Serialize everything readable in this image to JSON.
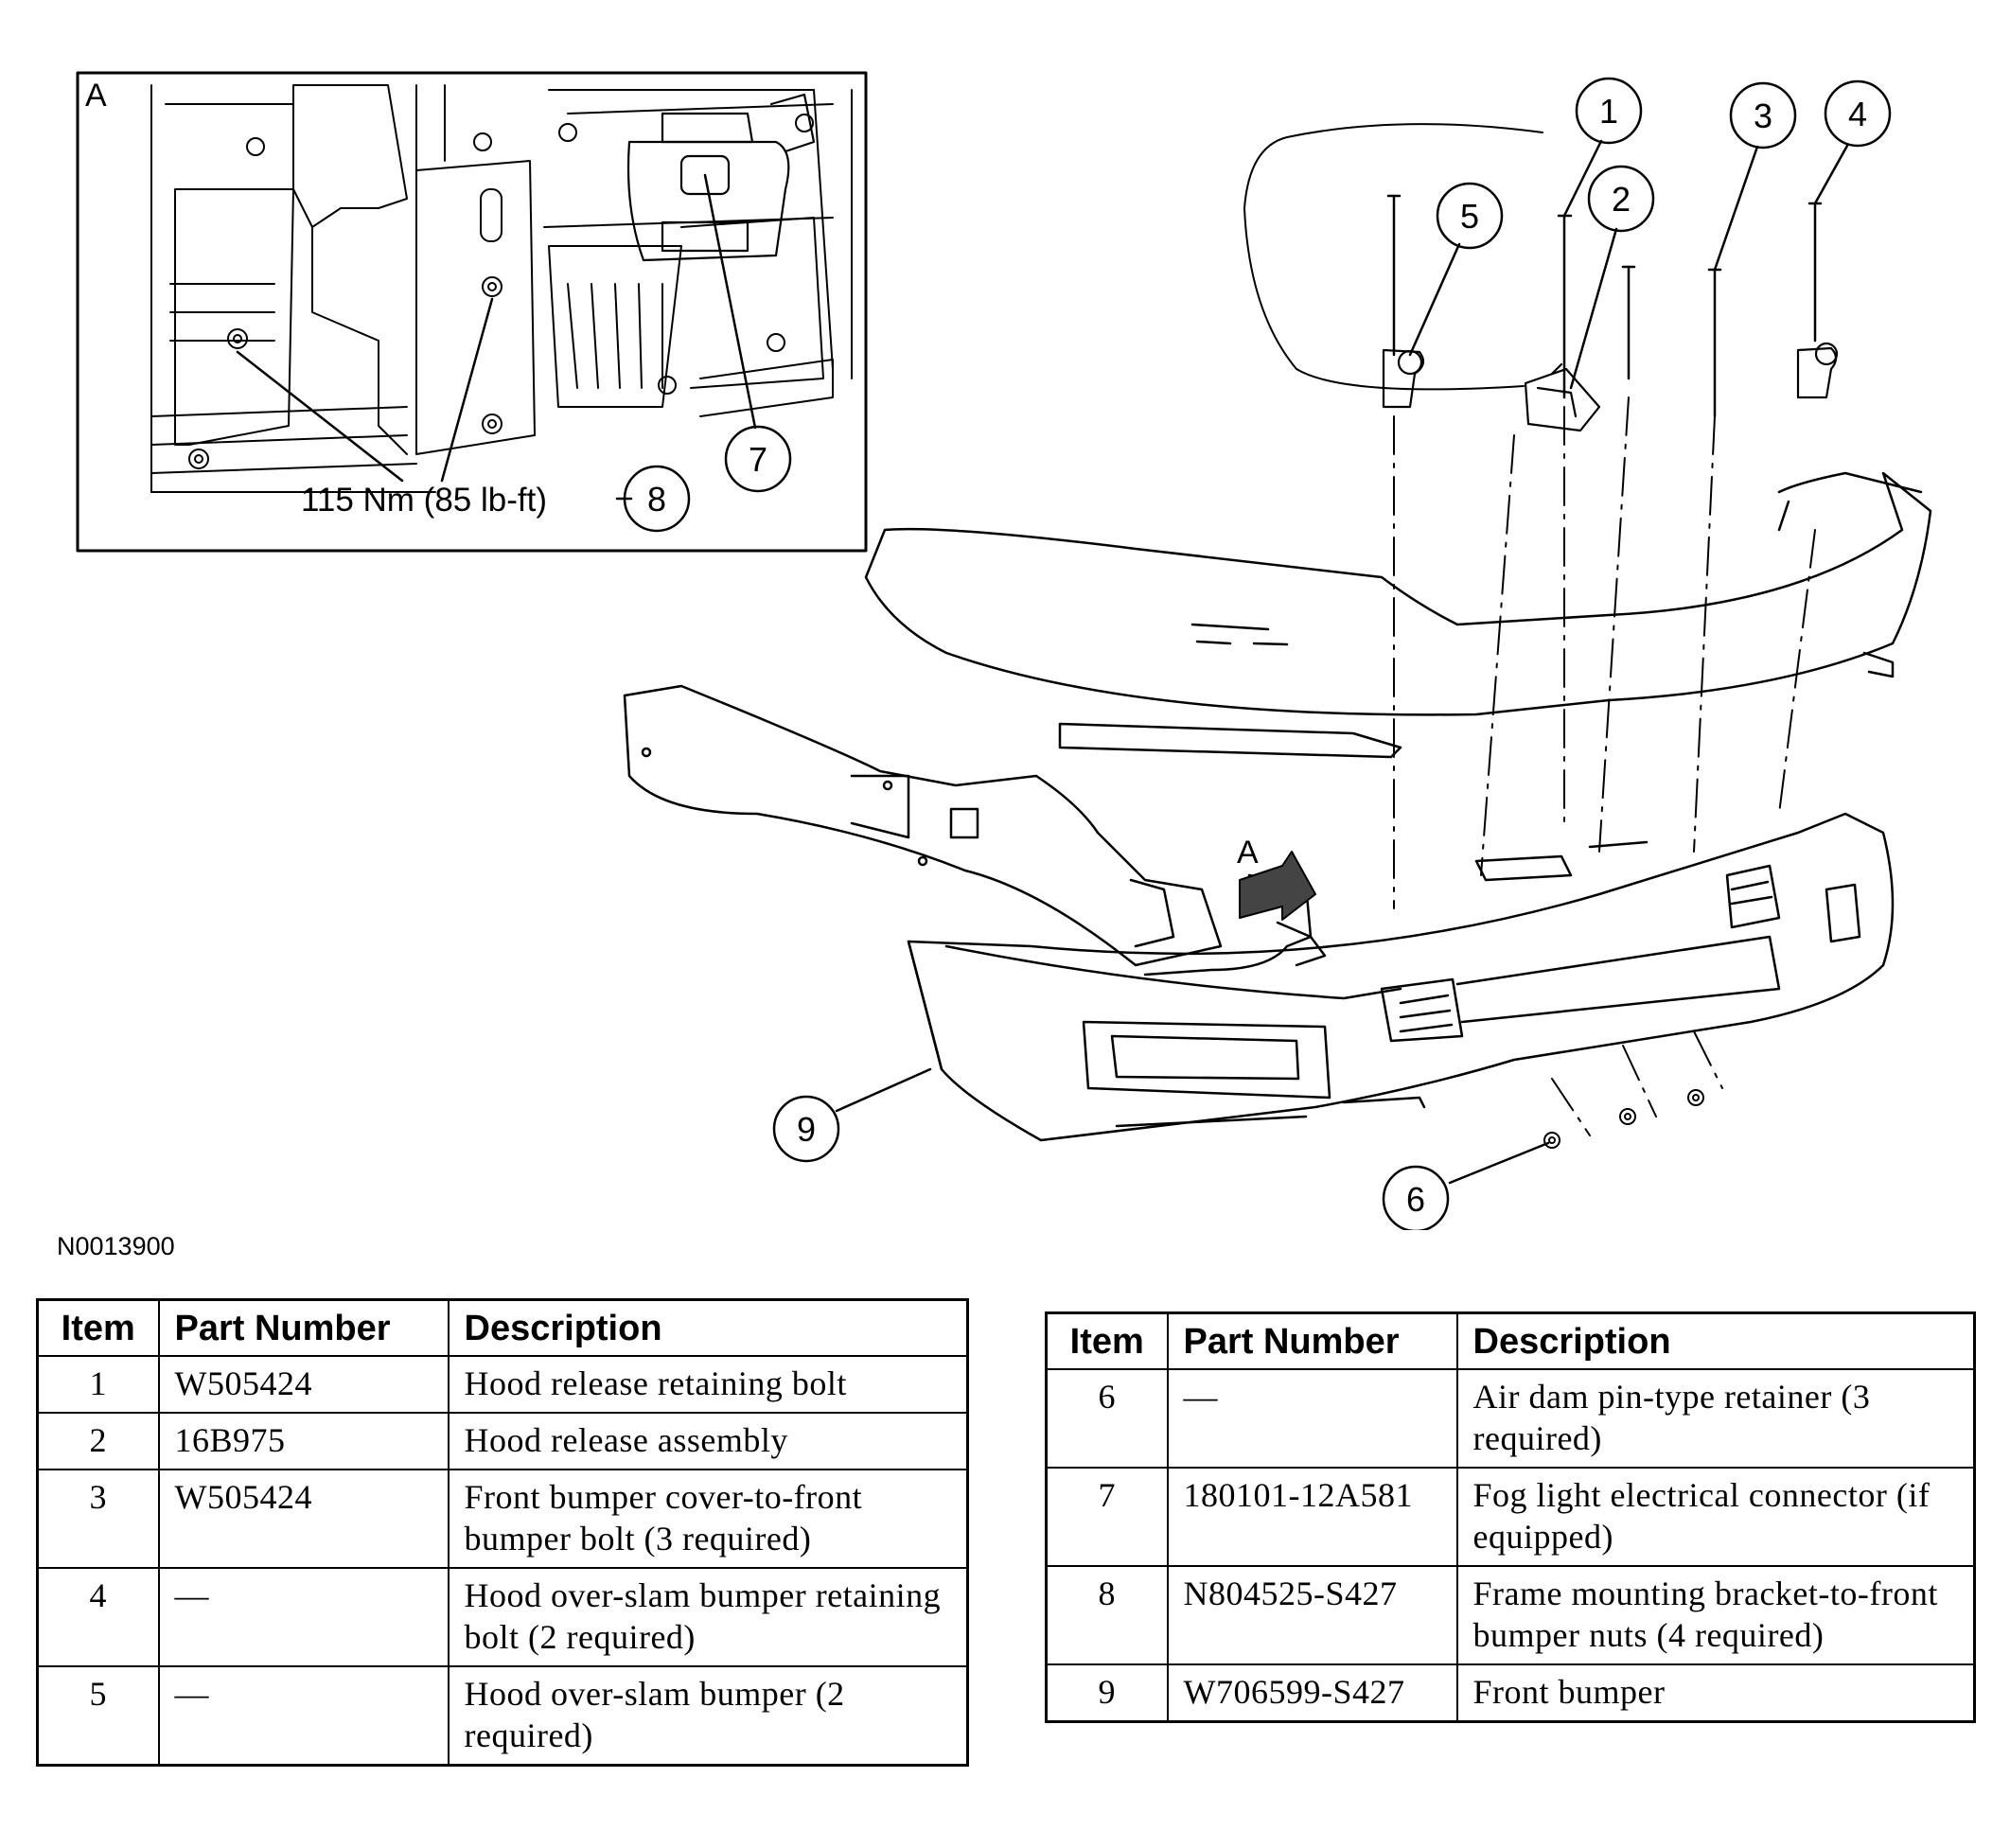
{
  "diagram": {
    "inset_letter": "A",
    "arrow_letter": "A",
    "torque_label": "115 Nm (85 lb-ft)",
    "callouts": [
      "1",
      "2",
      "3",
      "4",
      "5",
      "6",
      "7",
      "8",
      "9"
    ],
    "figure_code": "N0013900",
    "line_color": "#000000"
  },
  "table_left": {
    "headers": [
      "Item",
      "Part Number",
      "Description"
    ],
    "rows": [
      {
        "item": "1",
        "part": "W505424",
        "desc": "Hood release retaining bolt"
      },
      {
        "item": "2",
        "part": "16B975",
        "desc": "Hood release assembly"
      },
      {
        "item": "3",
        "part": "W505424",
        "desc": "Front bumper cover-to-front bumper bolt (3 required)"
      },
      {
        "item": "4",
        "part": "—",
        "desc": "Hood over-slam bumper retaining bolt (2 required)"
      },
      {
        "item": "5",
        "part": "—",
        "desc": "Hood over-slam bumper (2 required)"
      }
    ]
  },
  "table_right": {
    "headers": [
      "Item",
      "Part Number",
      "Description"
    ],
    "rows": [
      {
        "item": "6",
        "part": "—",
        "desc": "Air dam pin-type retainer (3 required)"
      },
      {
        "item": "7",
        "part": "180101-12A581",
        "desc": "Fog light electrical connector (if equipped)"
      },
      {
        "item": "8",
        "part": "N804525-S427",
        "desc": "Frame mounting bracket-to-front bumper nuts (4 required)"
      },
      {
        "item": "9",
        "part": "W706599-S427",
        "desc": "Front bumper"
      }
    ]
  }
}
